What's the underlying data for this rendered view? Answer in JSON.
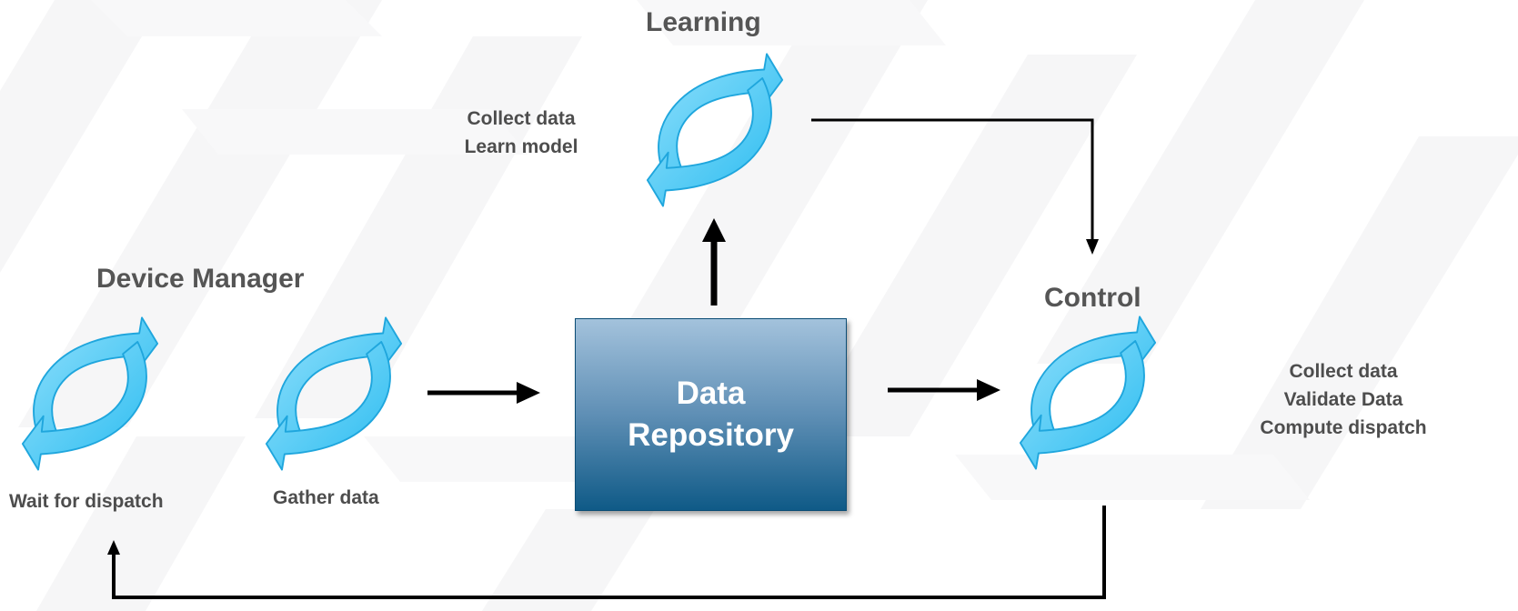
{
  "learning": {
    "title": "Learning",
    "steps": [
      "Collect data",
      "Learn model"
    ]
  },
  "device_manager": {
    "title": "Device Manager",
    "wait_label": "Wait for dispatch",
    "gather_label": "Gather data"
  },
  "repository": {
    "lines": [
      "Data",
      "Repository"
    ]
  },
  "control": {
    "title": "Control",
    "steps": [
      "Collect data",
      "Validate Data",
      "Compute dispatch"
    ]
  },
  "colors": {
    "cycle_fill": "#46c8f5",
    "cycle_edge": "#1fa6dd",
    "arrow": "#000000",
    "box_top": "#a3c2dc",
    "box_bottom": "#0f5a87",
    "text": "#4a4a4a"
  },
  "icons": [
    "cycle-icon",
    "arrow-right-icon",
    "arrow-up-icon",
    "arrow-down-icon"
  ]
}
